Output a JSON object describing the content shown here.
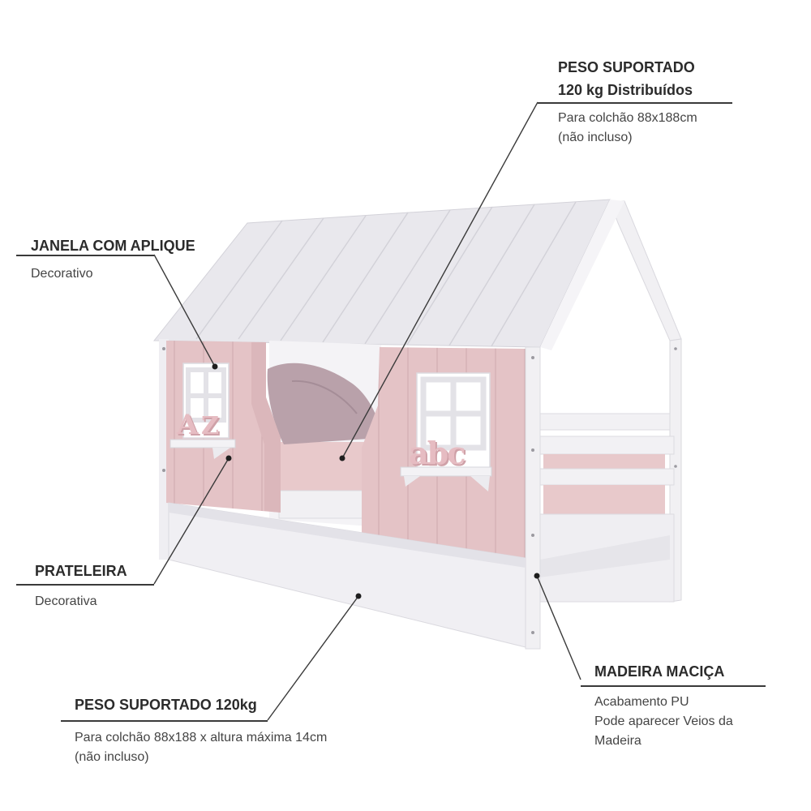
{
  "callouts": {
    "peso_topo": {
      "title1": "PESO SUPORTADO",
      "title2": "120 kg Distribuídos",
      "line1": "Para colchão 88x188cm",
      "line2": "(não incluso)"
    },
    "janela": {
      "title": "JANELA COM APLIQUE",
      "line1": "Decorativo"
    },
    "prateleira": {
      "title": "PRATELEIRA",
      "line1": "Decorativa"
    },
    "madeira": {
      "title": "MADEIRA MACIÇA",
      "line1": "Acabamento PU",
      "line2": "Pode aparecer Veios da",
      "line3": "Madeira"
    },
    "peso_base": {
      "title": "PESO SUPORTADO 120kg",
      "line1": "Para colchão 88x188 x altura máxima 14cm",
      "line2": "(não incluso)"
    }
  },
  "letters": {
    "left_a": "A",
    "left_z": "Z",
    "right": "abc"
  },
  "colors": {
    "pink_panel": "#e4c3c6",
    "pink_mattress": "#e8c9cb",
    "blanket": "#b9a1aa",
    "white_wood": "#f2f1f3",
    "roof": "#e9e8ed",
    "leader": "#3a3a3a"
  }
}
